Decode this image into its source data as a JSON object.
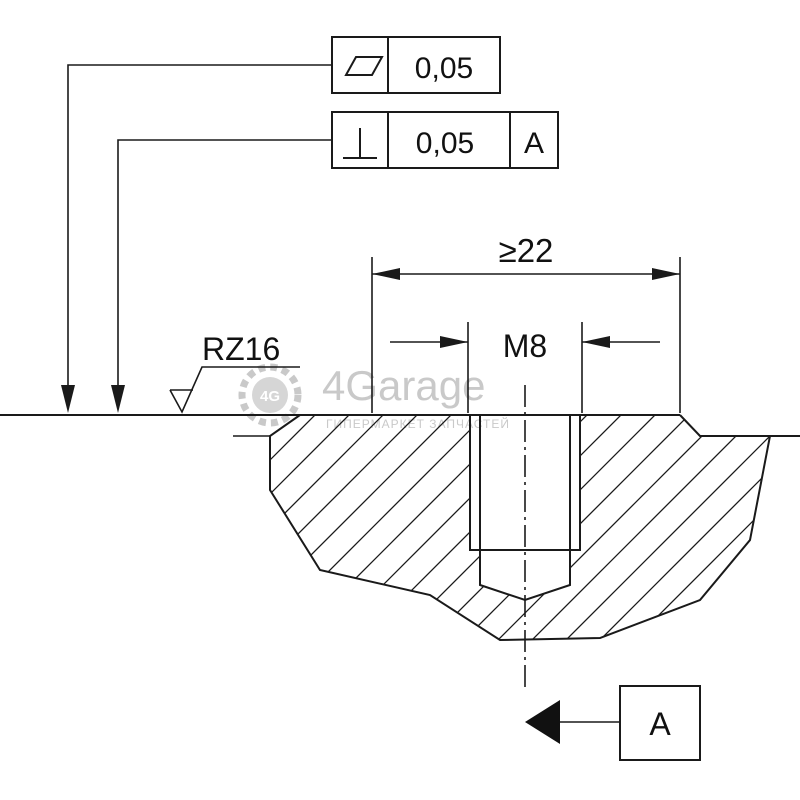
{
  "tolerance_frames": [
    {
      "symbol": "flatness-icon",
      "value": "0,05",
      "datum": ""
    },
    {
      "symbol": "perpendicularity-icon",
      "value": "0,05",
      "datum": "A"
    }
  ],
  "dimension": {
    "min_length": "≥22",
    "thread": "M8"
  },
  "surface_roughness": "RZ16",
  "datum_label": "A",
  "watermark": {
    "brand": "4Garage",
    "tagline": "ГИПЕРМАРКЕТ ЗАПЧАСТЕЙ",
    "badge": "4G"
  },
  "colors": {
    "line": "#1a1a1a",
    "watermark": "#c9c9c9"
  }
}
